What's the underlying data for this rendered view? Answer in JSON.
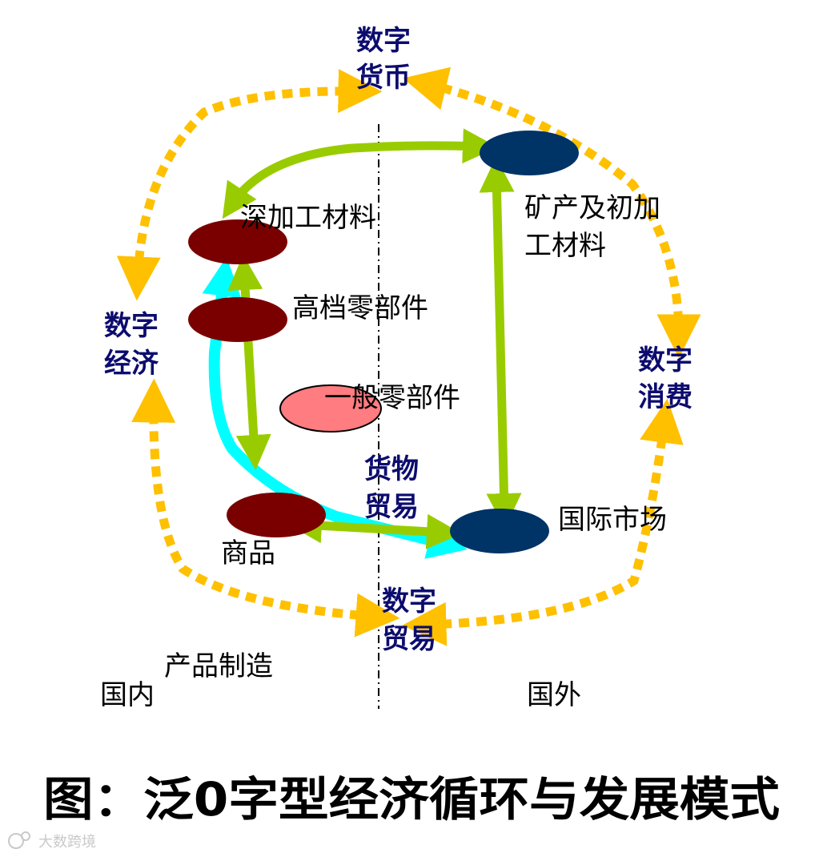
{
  "digital": {
    "currency": [
      "数字",
      "货币"
    ],
    "economy": [
      "数字",
      "经济"
    ],
    "consumption": [
      "数字",
      "消费"
    ],
    "trade": [
      "数字",
      "贸易"
    ]
  },
  "goods_trade": [
    "货物",
    "贸易"
  ],
  "nodes": {
    "deep_materials": "深加工材料",
    "high_parts": "高档零部件",
    "general_parts": "一般零部件",
    "commodity": "商品",
    "minerals": [
      "矿产及初加",
      "工材料"
    ],
    "intl_market": "国际市场"
  },
  "regions": {
    "manufacturing": "产品制造",
    "domestic": "国内",
    "foreign": "国外"
  },
  "caption": "图：泛0字型经济循环与发展模式",
  "watermark": "大数跨境",
  "colors": {
    "dark_red": "#7a0000",
    "navy": "#003366",
    "pink": "#ff7c80",
    "green": "#99cc00",
    "cyan": "#00ffff",
    "gold": "#ffc000",
    "digital_text": "#0c0c6e"
  }
}
